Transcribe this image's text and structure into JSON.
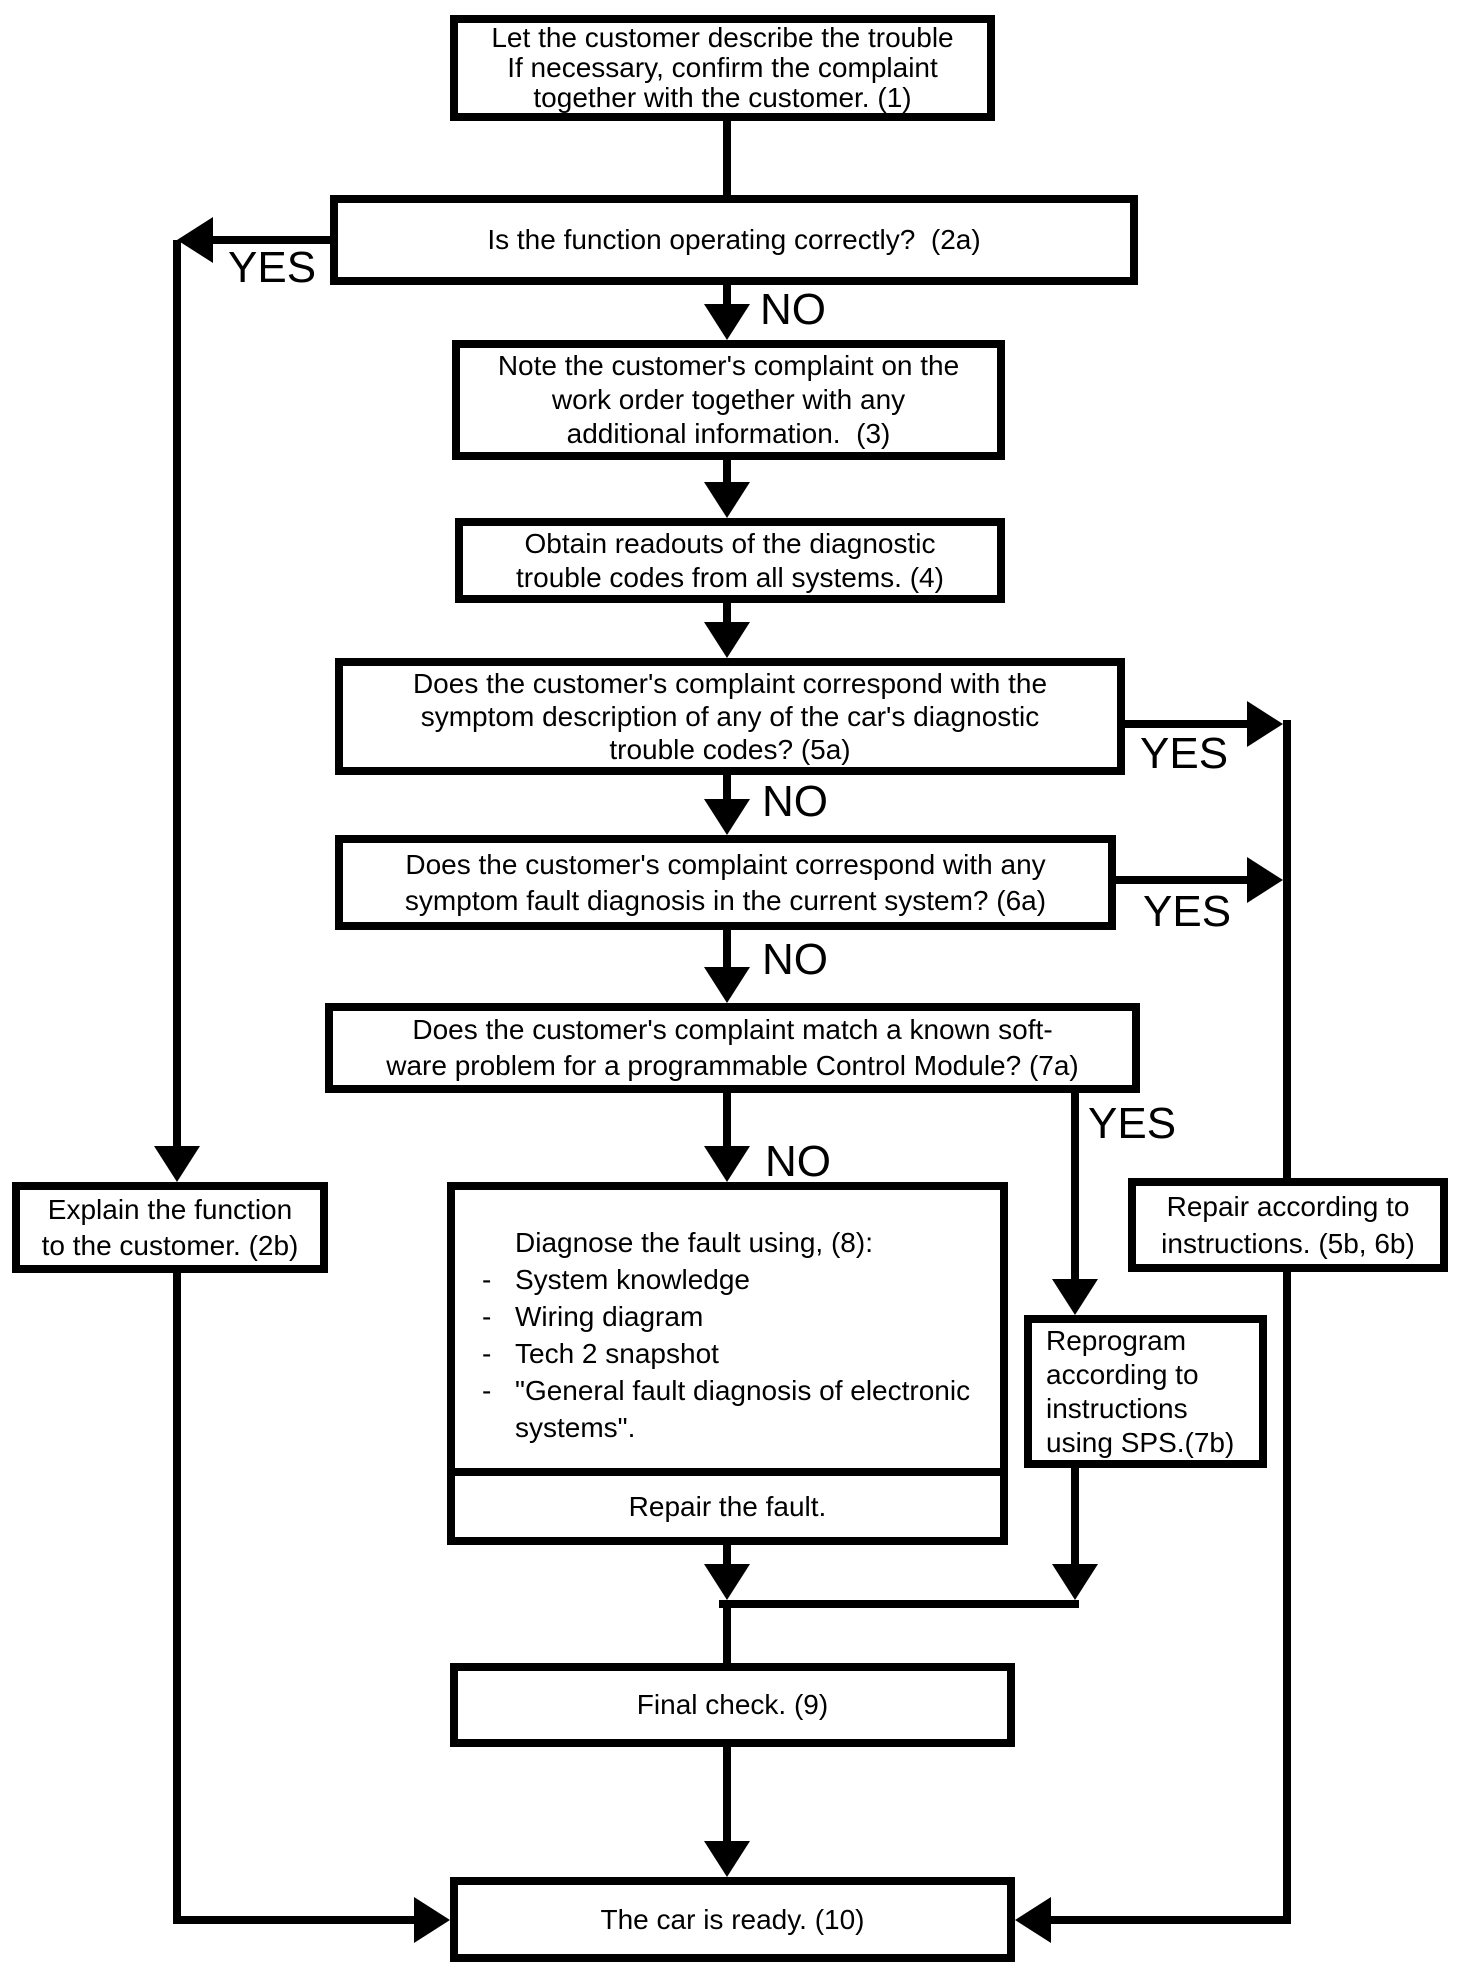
{
  "diagram": {
    "bullet_char": "-",
    "colors": {
      "line": "#000000",
      "background": "#ffffff",
      "box_fill": "#ffffff"
    },
    "boxes": {
      "describe_trouble": {
        "lines": [
          "Let the customer describe the trouble",
          "If necessary, confirm the complaint",
          "together with the customer. (1)"
        ]
      },
      "function_operating": {
        "lines": [
          "Is the function operating correctly?  (2a)"
        ]
      },
      "note_complaint": {
        "lines": [
          "Note the customer's complaint on the",
          "work order together with any",
          "additional information.  (3)"
        ]
      },
      "obtain_readouts": {
        "lines": [
          "Obtain readouts of the diagnostic",
          "trouble codes from all systems. (4)"
        ]
      },
      "complaint_dtc": {
        "lines": [
          "Does the customer's complaint correspond with the",
          "symptom description of any of the car's diagnostic",
          "trouble codes? (5a)"
        ]
      },
      "complaint_symptom": {
        "lines": [
          "Does the customer's complaint correspond with any",
          "symptom fault diagnosis in the current system? (6a)"
        ]
      },
      "complaint_software": {
        "lines": [
          "Does the customer's complaint match a known soft-",
          "ware problem for a programmable Control Module? (7a)"
        ]
      },
      "explain_function": {
        "lines": [
          "Explain the function",
          "to the customer. (2b)"
        ]
      },
      "diagnose_fault": {
        "title": "Diagnose the fault using, (8):",
        "items": [
          "System knowledge",
          "Wiring diagram",
          "Tech 2 snapshot",
          "\"General fault diagnosis of electronic systems\"."
        ],
        "footer": "Repair the fault."
      },
      "repair_instructions": {
        "lines": [
          "Repair according to",
          "instructions. (5b, 6b)"
        ]
      },
      "reprogram_sps": {
        "lines": [
          "Reprogram",
          "according to",
          "instructions",
          "using SPS.(7b)"
        ]
      },
      "final_check": {
        "lines": [
          "Final check. (9)"
        ]
      },
      "car_ready": {
        "lines": [
          "The car is ready. (10)"
        ]
      }
    },
    "labels": {
      "yes_2a": "YES",
      "no_2a": "NO",
      "yes_5a": "YES",
      "no_5a": "NO",
      "yes_6a": "YES",
      "no_6a": "NO",
      "yes_7a": "YES",
      "no_7a": "NO"
    }
  }
}
